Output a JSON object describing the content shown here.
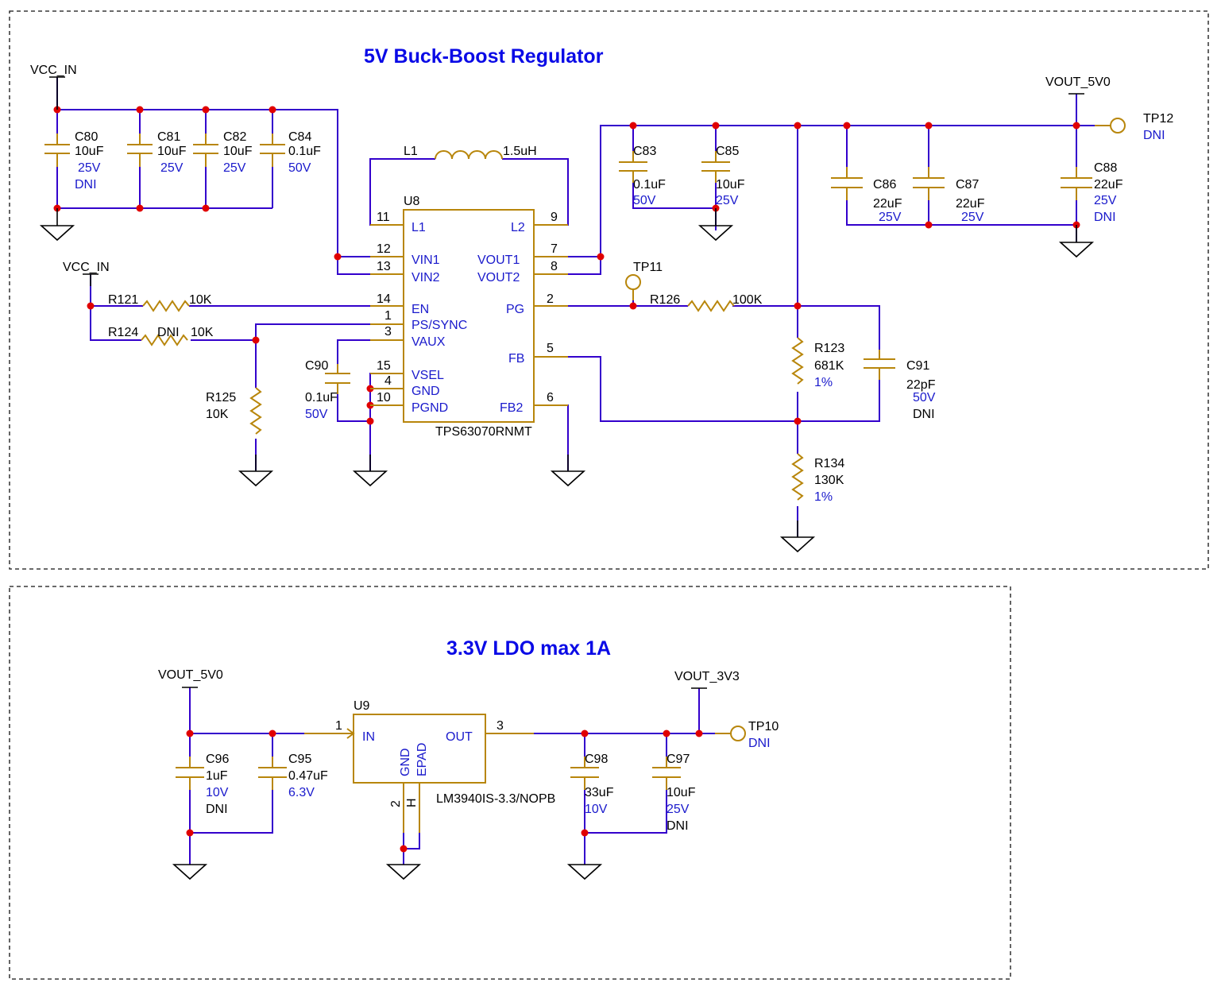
{
  "colors": {
    "wire": "#3300cc",
    "component": "#b8860b",
    "junction": "#e00000",
    "title": "#0a0ae6",
    "value_text": "#1a1acc"
  },
  "section_buckboost": {
    "title": "5V Buck-Boost Regulator",
    "net_vcc_in_1": "VCC_IN",
    "net_vcc_in_2": "VCC_IN",
    "net_vout_5v0": "VOUT_5V0",
    "u8": {
      "ref": "U8",
      "part": "TPS63070RNMT",
      "pins": {
        "l1": {
          "num": "11",
          "name": "L1"
        },
        "vin1": {
          "num": "12",
          "name": "VIN1"
        },
        "vin2": {
          "num": "13",
          "name": "VIN2"
        },
        "en": {
          "num": "14",
          "name": "EN"
        },
        "ps": {
          "num": "1",
          "name": "PS/SYNC"
        },
        "vaux": {
          "num": "3",
          "name": "VAUX"
        },
        "vsel": {
          "num": "15",
          "name": "VSEL"
        },
        "gnd": {
          "num": "4",
          "name": "GND"
        },
        "pgnd": {
          "num": "10",
          "name": "PGND"
        },
        "l2": {
          "num": "9",
          "name": "L2"
        },
        "vout1": {
          "num": "7",
          "name": "VOUT1"
        },
        "vout2": {
          "num": "8",
          "name": "VOUT2"
        },
        "pg": {
          "num": "2",
          "name": "PG"
        },
        "fb": {
          "num": "5",
          "name": "FB"
        },
        "fb2": {
          "num": "6",
          "name": "FB2"
        }
      }
    },
    "l1": {
      "ref": "L1",
      "value": "1.5uH"
    },
    "c80": {
      "ref": "C80",
      "value": "10uF",
      "rating": "25V",
      "note": "DNI"
    },
    "c81": {
      "ref": "C81",
      "value": "10uF",
      "rating": "25V"
    },
    "c82": {
      "ref": "C82",
      "value": "10uF",
      "rating": "25V"
    },
    "c84": {
      "ref": "C84",
      "value": "0.1uF",
      "rating": "50V"
    },
    "c83": {
      "ref": "C83",
      "value": "0.1uF",
      "rating": "50V"
    },
    "c85": {
      "ref": "C85",
      "value": "10uF",
      "rating": "25V"
    },
    "c86": {
      "ref": "C86",
      "value": "22uF",
      "rating": "25V"
    },
    "c87": {
      "ref": "C87",
      "value": "22uF",
      "rating": "25V"
    },
    "c88": {
      "ref": "C88",
      "value": "22uF",
      "rating": "25V",
      "note": "DNI"
    },
    "c90": {
      "ref": "C90",
      "value": "0.1uF",
      "rating": "50V"
    },
    "c91": {
      "ref": "C91",
      "value": "22pF",
      "rating": "50V",
      "note": "DNI"
    },
    "r121": {
      "ref": "R121",
      "value": "10K"
    },
    "r124": {
      "ref": "R124",
      "note": "DNI",
      "value": "10K"
    },
    "r125": {
      "ref": "R125",
      "value": "10K"
    },
    "r126": {
      "ref": "R126",
      "value": "100K"
    },
    "r123": {
      "ref": "R123",
      "value": "681K",
      "tol": "1%"
    },
    "r134": {
      "ref": "R134",
      "value": "130K",
      "tol": "1%"
    },
    "tp11": {
      "ref": "TP11"
    },
    "tp12": {
      "ref": "TP12",
      "note": "DNI"
    }
  },
  "section_ldo": {
    "title": "3.3V LDO max 1A",
    "net_vout_5v0": "VOUT_5V0",
    "net_vout_3v3": "VOUT_3V3",
    "u9": {
      "ref": "U9",
      "part": "LM3940IS-3.3/NOPB",
      "pins": {
        "in": {
          "num": "1",
          "name": "IN"
        },
        "out": {
          "num": "3",
          "name": "OUT"
        },
        "gnd": {
          "num": "2",
          "name": "GND"
        },
        "epad": {
          "num": "H",
          "name": "EPAD"
        }
      }
    },
    "c96": {
      "ref": "C96",
      "value": "1uF",
      "rating": "10V",
      "note": "DNI"
    },
    "c95": {
      "ref": "C95",
      "value": "0.47uF",
      "rating": "6.3V"
    },
    "c98": {
      "ref": "C98",
      "value": "33uF",
      "rating": "10V"
    },
    "c97": {
      "ref": "C97",
      "value": "10uF",
      "rating": "25V",
      "note": "DNI"
    },
    "tp10": {
      "ref": "TP10",
      "note": "DNI"
    }
  }
}
